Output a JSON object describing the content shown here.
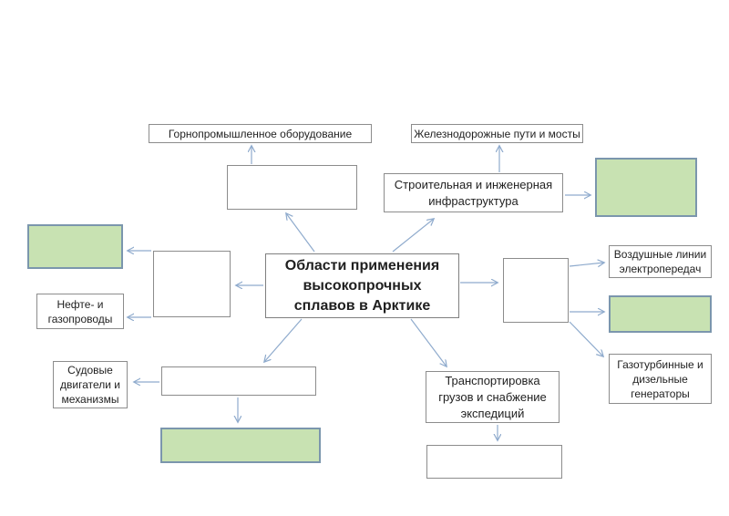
{
  "diagram": {
    "title": "Области применения высокопрочных сплавов в Арктике",
    "center": {
      "label": "Области применения\nвысокопрочных\nсплавов в Арктике"
    },
    "nodes": {
      "mining_equipment": {
        "label": "Горнопромышленное оборудование"
      },
      "railways_bridges": {
        "label": "Железнодорожные пути и мосты"
      },
      "construction_infrastructure": {
        "label": "Строительная и инженерная\nинфраструктура"
      },
      "oil_gas_pipelines": {
        "label": "Нефте- и\nгазопроводы"
      },
      "power_lines": {
        "label": "Воздушные линии\nэлектропередач"
      },
      "gas_turbine_generators": {
        "label": "Газотурбинные и\nдизельные\nгенераторы"
      },
      "ship_engines": {
        "label": "Судовые\nдвигатели и\nмеханизмы"
      },
      "cargo_transport": {
        "label": "Транспортировка\nгрузов и снабжение\nэкспедиций"
      }
    },
    "placeholder_boxes": [
      "top-center",
      "left",
      "right",
      "bottom-center",
      "bottom-right"
    ],
    "green_boxes": [
      "top-right",
      "left",
      "right",
      "bottom"
    ],
    "colors": {
      "background": "#ffffff",
      "box_fill": "#ffffff",
      "box_border": "#8c8c8c",
      "green_fill": "#c8e2b2",
      "green_border": "#7b96ad",
      "arrow": "#8fabcd",
      "text": "#1f1f1f"
    }
  }
}
